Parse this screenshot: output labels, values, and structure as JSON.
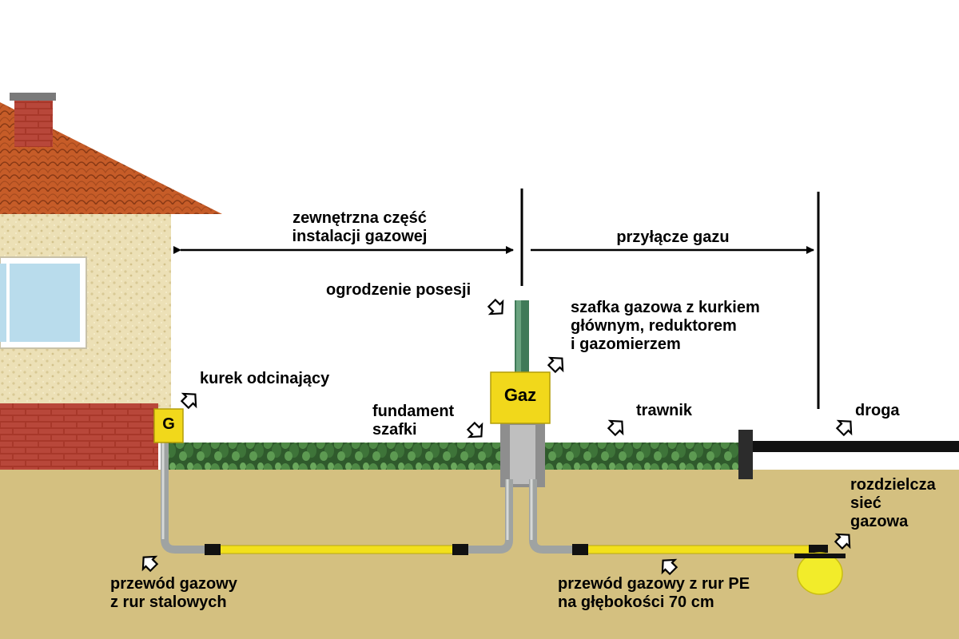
{
  "labels": {
    "external_installation": [
      "zewnętrzna część",
      "instalacji gazowej"
    ],
    "gas_connection": [
      "przyłącze gazu"
    ],
    "property_fence": [
      "ogrodzenie posesji"
    ],
    "gas_cabinet": [
      "szafka gazowa z kurkiem",
      "głównym, reduktorem",
      "i gazomierzem"
    ],
    "shutoff_valve": [
      "kurek odcinający"
    ],
    "cabinet_foundation": [
      "fundament",
      "szafki"
    ],
    "lawn": [
      "trawnik"
    ],
    "road": [
      "droga"
    ],
    "distribution_network": [
      "rozdzielcza",
      "sieć",
      "gazowa"
    ],
    "steel_pipe": [
      "przewód gazowy",
      "z rur stalowych"
    ],
    "pe_pipe": [
      "przewód gazowy z rur PE",
      "na głębokości 70 cm"
    ]
  },
  "boxes": {
    "valve_box": "G",
    "gas_cabinet_box": "Gaz"
  },
  "colors": {
    "soil": "#d4c080",
    "roof": "#c8602a",
    "brick": "#b03a2e",
    "wall": "#ede2b8",
    "hedge": "#3a6b34",
    "yellow": "#f2e01c",
    "pipe_gray": "#a9acaa",
    "post_green": "#3f7a58"
  }
}
